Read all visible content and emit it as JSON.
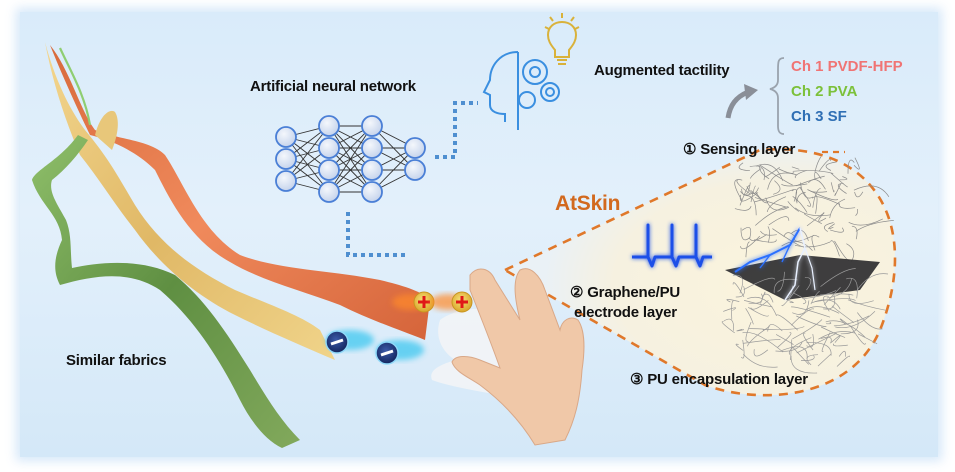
{
  "labels": {
    "ann": "Artificial neural network",
    "augmented": "Augmented tactility",
    "atskin": "AtSkin",
    "similar_fabrics": "Similar fabrics",
    "sensing_layer": "① Sensing layer",
    "graphene_line1": "② Graphene/PU",
    "graphene_line2": "electrode layer",
    "pu_layer": "③ PU encapsulation layer"
  },
  "channels": [
    {
      "label": "Ch 1 PVDF-HFP",
      "color": "#f07474"
    },
    {
      "label": "Ch 2 PVA",
      "color": "#7cc13a"
    },
    {
      "label": "Ch 3 SF",
      "color": "#2f6fb4"
    }
  ],
  "neural_network": {
    "layers": [
      3,
      4,
      4,
      2
    ]
  },
  "charges": {
    "positive": {
      "count": 2,
      "symbol": "+"
    },
    "negative": {
      "count": 2,
      "symbol": "−"
    }
  },
  "colors": {
    "accent_orange": "#e0782a",
    "atskin_text": "#d2691e",
    "node_blue": "#4a7fd6",
    "dotted_blue": "#4f8fd0",
    "signal_blue": "#1f4fe8",
    "fabric_orange": "#e87a4f",
    "fabric_yellow": "#e6c27a",
    "fabric_green": "#6a9a4a"
  }
}
